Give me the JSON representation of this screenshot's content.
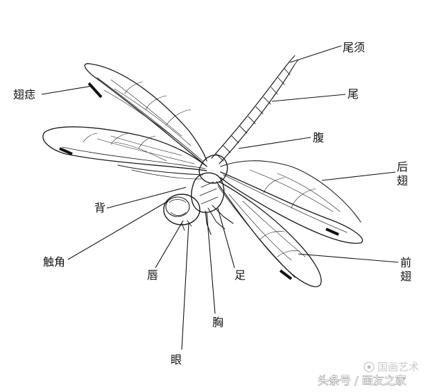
{
  "labels": {
    "wei_xu": "尾须",
    "wei": "尾",
    "fu": "腹",
    "hou_chi_1": "后",
    "hou_chi_2": "翅",
    "chi_zhi": "翅痣",
    "bei": "背",
    "chu_jiao": "触角",
    "chun": "唇",
    "zu": "足",
    "xiong": "胸",
    "qian_chi_1": "前",
    "qian_chi_2": "翅",
    "yan": "眼"
  },
  "watermark": {
    "brand": "国画艺术",
    "source": "头条号 / 画友之家"
  }
}
